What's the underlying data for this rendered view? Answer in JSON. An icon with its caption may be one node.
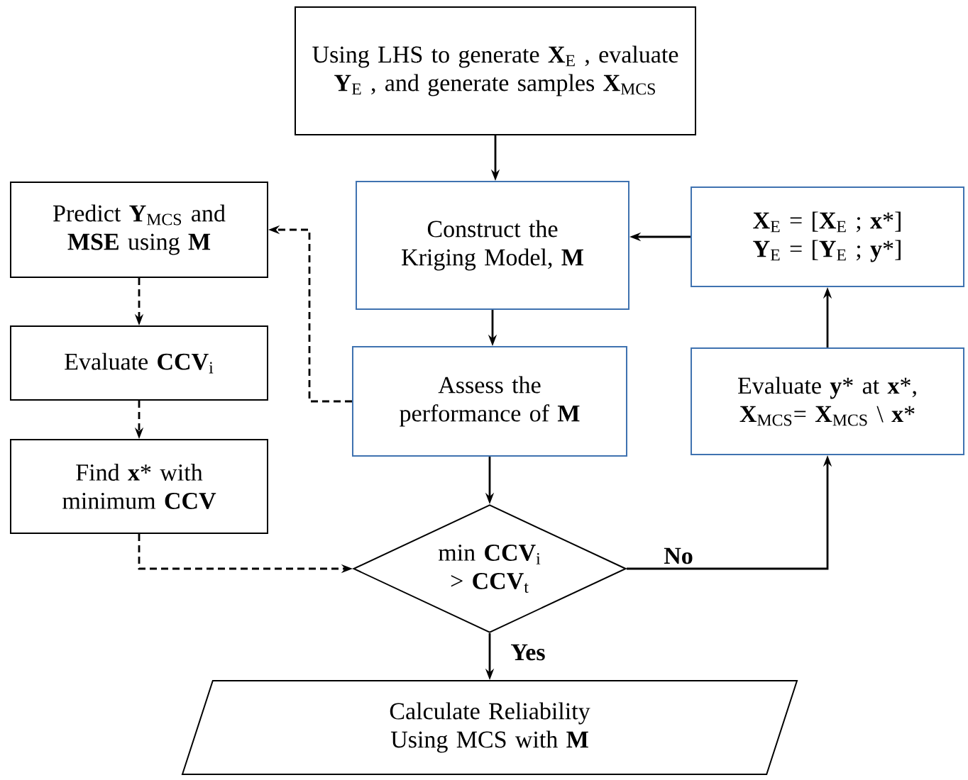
{
  "diagram": {
    "nodes": [
      {
        "text": [
          "Using LHS to generate **X**$_{E}$ , evaluate **Y**$_{E}$ ,  and generate samples **X**$_{MCS}$"
        ]
      },
      {
        "text": [
          "Construct the Kriging Model, **M**"
        ]
      },
      {
        "text": [
          "Assess the performance of **M**"
        ]
      },
      {
        "text": [
          "Predict **Y**$_{MCS}$ and **MSE** using **M**"
        ]
      },
      {
        "text": [
          "Evaluate **CCV**$_{i}$"
        ]
      },
      {
        "text": [
          "Find **x*** with minimum **CCV**"
        ]
      },
      {
        "text": [
          "min **CCV**$_{i}$ > **CCV**$_{t}$"
        ]
      },
      {
        "text": [
          "Evaluate **y*** at  **x***, **X**$_{MCS}$= **X**$_{MCS}$ \\ **x***"
        ]
      },
      {
        "text": [
          "**X**$_{E}$ = [**X**$_{E}$ ; **x***] **Y**$_{E}$ = [**Y**$_{E}$ ; **y***]"
        ]
      },
      {
        "text": [
          "Calculate Reliability Using MCS with **M**"
        ]
      }
    ],
    "edges": [
      {
        "from": 0,
        "to": 1,
        "arrow": "to"
      },
      {
        "from": 8,
        "to": 1,
        "arrow": "to"
      },
      {
        "from": 1,
        "to": 2,
        "arrow": "to"
      },
      {
        "from": 2,
        "to": 3,
        "arrow": "to",
        "style": "dashed"
      },
      {
        "from": 3,
        "to": 4,
        "arrow": "to",
        "style": "dashed"
      },
      {
        "from": 4,
        "to": 5,
        "arrow": "to",
        "style": "dashed"
      },
      {
        "from": 5,
        "to": 6,
        "arrow": "to",
        "style": "dashed"
      },
      {
        "from": 2,
        "to": 6,
        "arrow": "to"
      },
      {
        "from": 6,
        "to": 7,
        "arrow": "to",
        "label": "No"
      },
      {
        "from": 7,
        "to": 8,
        "arrow": "to"
      },
      {
        "from": 6,
        "to": 9,
        "arrow": "to",
        "label": "Yes"
      }
    ]
  }
}
